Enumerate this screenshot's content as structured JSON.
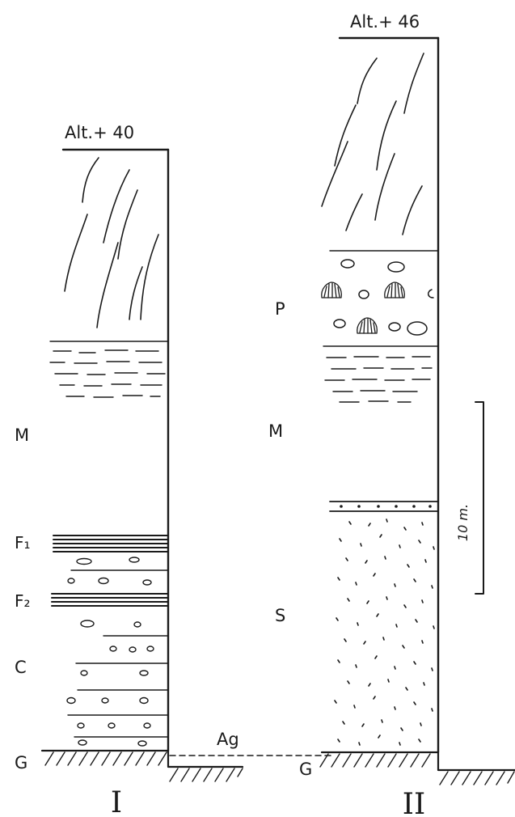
{
  "ink_color": "#1a1a1a",
  "columns": [
    {
      "numeral": "I",
      "altitude_label": "Alt.+ 40",
      "layer_labels": [
        "M",
        "F₁",
        "F₂",
        "C",
        "G"
      ]
    },
    {
      "numeral": "II",
      "altitude_label": "Alt.+ 46",
      "layer_labels": [
        "P",
        "M",
        "S",
        "G"
      ]
    }
  ],
  "ag_label": "Ag",
  "scale_bar": {
    "label": "10 m.",
    "length_m": 10
  }
}
